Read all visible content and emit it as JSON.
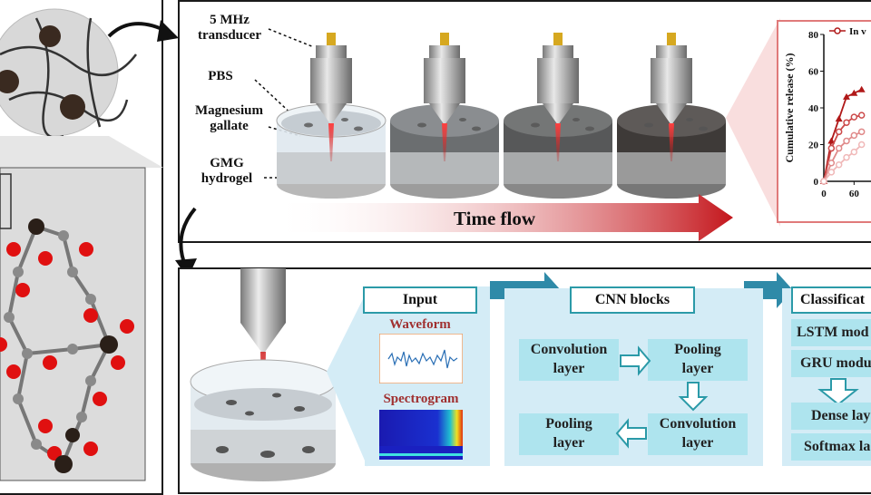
{
  "setup": {
    "transducer_label": "5 MHz\ntransducer",
    "pbs_label": "PBS",
    "magnesium_label": "Magnesium\ngallate",
    "gmg_label": "GMG\nhydrogel",
    "time_flow": "Time flow"
  },
  "release_chart": {
    "ylabel": "Cumulative release (%)",
    "legend": "In v",
    "ytick_labels": [
      "80",
      "60",
      "40",
      "20",
      "0"
    ],
    "xtick_labels": [
      "0",
      "60"
    ]
  },
  "chart_data": {
    "type": "line",
    "ylabel": "Cumulative release (%)",
    "ylim": [
      0,
      80
    ],
    "xlim": [
      0,
      90
    ],
    "series": [
      {
        "name": "In v",
        "x": [
          0,
          15,
          30,
          45,
          60,
          75
        ],
        "y": [
          0,
          22,
          34,
          46,
          48,
          50
        ],
        "color": "#b01818"
      },
      {
        "x": [
          0,
          15,
          30,
          45,
          60,
          75
        ],
        "y": [
          0,
          18,
          27,
          32,
          35,
          36
        ],
        "color": "#cc4a4a"
      },
      {
        "x": [
          0,
          15,
          30,
          45,
          60,
          75
        ],
        "y": [
          0,
          10,
          18,
          22,
          25,
          27
        ],
        "color": "#e08a8a"
      },
      {
        "x": [
          0,
          15,
          30,
          45,
          60,
          75
        ],
        "y": [
          0,
          5,
          9,
          13,
          16,
          20
        ],
        "color": "#f0b8b8"
      }
    ]
  },
  "pipeline": {
    "input_title": "Input",
    "waveform_label": "Waveform",
    "spectrogram_label": "Spectrogram",
    "cnn_title": "CNN blocks",
    "cnn_cells": [
      "Convolution\nlayer",
      "Pooling\nlayer",
      "Convolution\nlayer",
      "Pooling\nlayer"
    ],
    "class_title": "Classificat",
    "class_cells": [
      "LSTM mod",
      "GRU modu",
      "Dense lay",
      "Softmax la"
    ]
  },
  "colors": {
    "frame": "#1a1a1a",
    "accent_teal": "#2b9aa8",
    "cell_fill": "#aee4ee",
    "panel_fill": "#d4ecf6",
    "arrow_red": "#c4161c"
  }
}
